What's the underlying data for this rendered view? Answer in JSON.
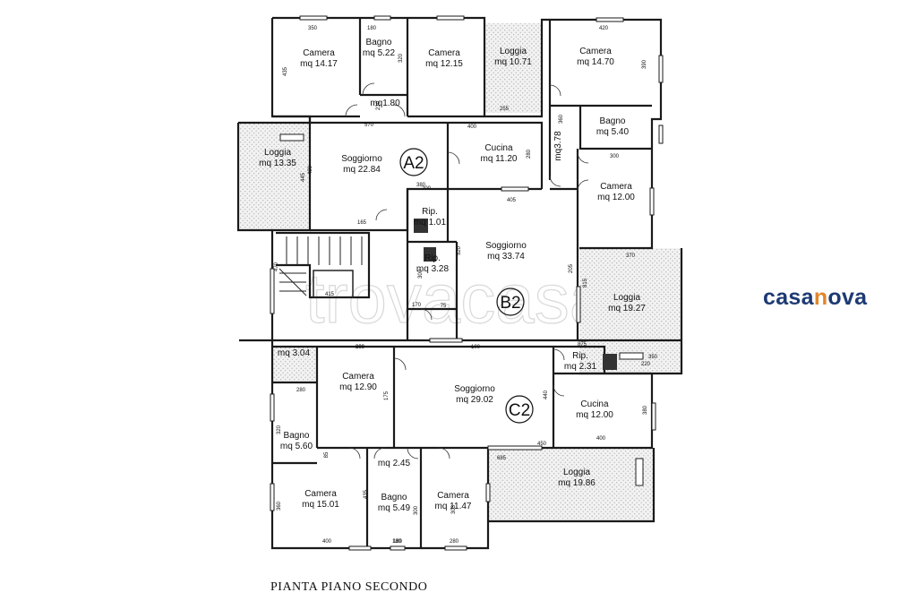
{
  "brand": {
    "prefix": "casa",
    "accent_letter": "n",
    "suffix": "ova",
    "color": "#1d3a73",
    "accent_color": "#e0872b"
  },
  "watermark": "trovacasa",
  "caption": "PIANTA PIANO SECONDO",
  "units": [
    "A2",
    "B2",
    "C2"
  ],
  "rooms": [
    {
      "name": "Camera",
      "area": "mq 14.17"
    },
    {
      "name": "Bagno",
      "area": "mq 5.22"
    },
    {
      "name": "Camera",
      "area": "mq 12.15"
    },
    {
      "name": "Loggia",
      "area": "mq 10.71"
    },
    {
      "name": "Camera",
      "area": "mq 14.70"
    },
    {
      "name": "",
      "area": "mq1.80"
    },
    {
      "name": "Bagno",
      "area": "mq 5.40"
    },
    {
      "name": "Loggia",
      "area": "mq 13.35"
    },
    {
      "name": "Soggiorno",
      "area": "mq 22.84"
    },
    {
      "name": "Cucina",
      "area": "mq 11.20"
    },
    {
      "name": "",
      "area": "mq3.78"
    },
    {
      "name": "Camera",
      "area": "mq 12.00"
    },
    {
      "name": "Rip.",
      "area": "mq 1.01"
    },
    {
      "name": "Soggiorno",
      "area": "mq 33.74"
    },
    {
      "name": "Rip.",
      "area": "mq 3.28"
    },
    {
      "name": "Loggia",
      "area": "mq 19.27"
    },
    {
      "name": "",
      "area": "mq 3.04"
    },
    {
      "name": "Camera",
      "area": "mq 12.90"
    },
    {
      "name": "Soggiorno",
      "area": "mq 29.02"
    },
    {
      "name": "Rip.",
      "area": "mq 2.31"
    },
    {
      "name": "Cucina",
      "area": "mq 12.00"
    },
    {
      "name": "Bagno",
      "area": "mq 5.60"
    },
    {
      "name": "",
      "area": "mq 2.45"
    },
    {
      "name": "Loggia",
      "area": "mq 19.86"
    },
    {
      "name": "Camera",
      "area": "mq 15.01"
    },
    {
      "name": "Bagno",
      "area": "mq 5.49"
    },
    {
      "name": "Camera",
      "area": "mq 11.47"
    }
  ],
  "dimensions": [
    "350",
    "180",
    "320",
    "420",
    "435",
    "230",
    "570",
    "255",
    "400",
    "390",
    "360",
    "490",
    "445",
    "300",
    "280",
    "380",
    "165",
    "405",
    "520",
    "470",
    "300",
    "205",
    "815",
    "370",
    "415",
    "170",
    "75",
    "100",
    "875",
    "220",
    "280",
    "175",
    "440",
    "685",
    "400",
    "450",
    "85",
    "300",
    "320",
    "180",
    "435",
    "300",
    "280",
    "360",
    "303",
    "400",
    "380",
    "350",
    "200",
    "180",
    "300"
  ]
}
